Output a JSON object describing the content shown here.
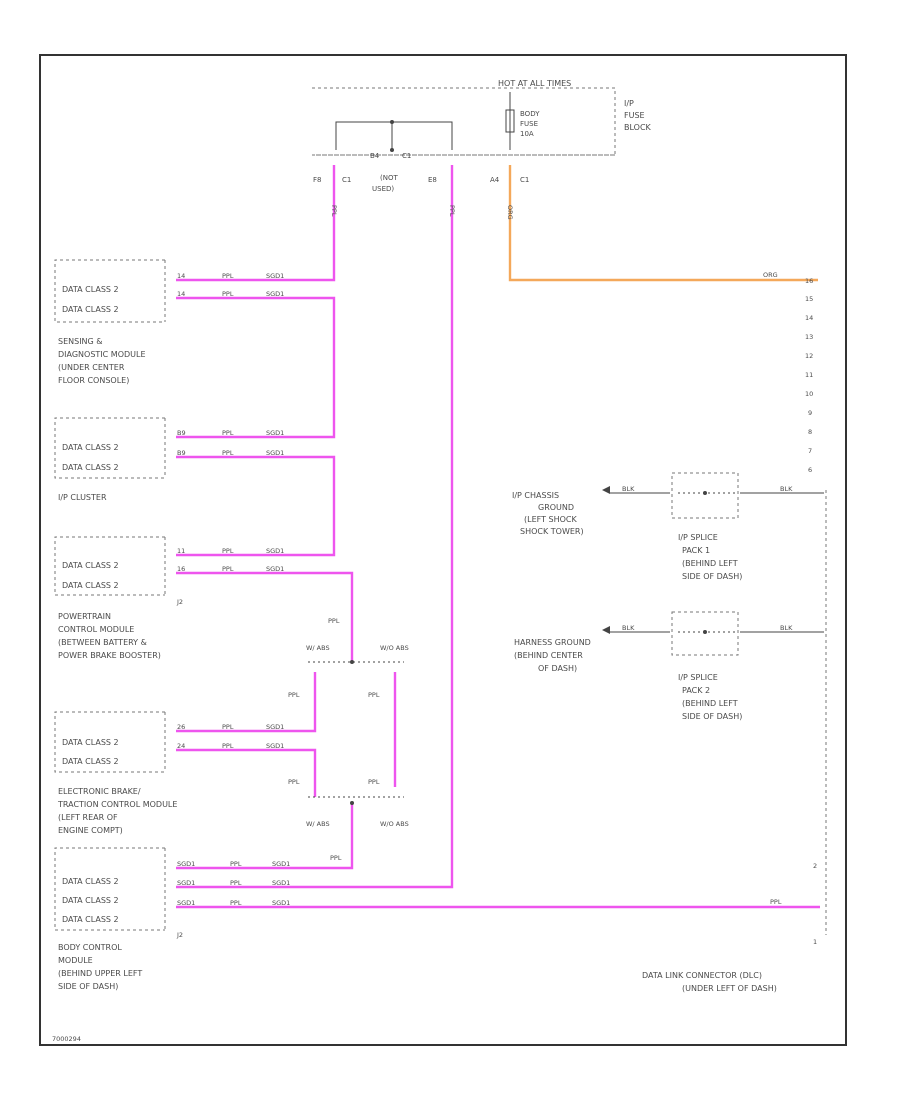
{
  "fuse_block": {
    "hot_label": "HOT AT ALL TIMES",
    "fuse_name": "BODY",
    "fuse_sub": "FUSE",
    "fuse_amp": "10A",
    "block_name_1": "I/P",
    "block_name_2": "FUSE",
    "block_name_3": "BLOCK",
    "left_bus_a": "B4",
    "left_bus_b": "C1",
    "splice_name_1": "(NOT",
    "splice_name_2": "USED)",
    "pin_f8": "F8",
    "pin_f8_conn": "C1",
    "pin_e8": "E8",
    "pin_e8_conn": "",
    "pin_a4": "A4",
    "pin_a4_conn": "C1"
  },
  "modules": [
    {
      "lines": [
        "SENSING &",
        "DIAGNOSTIC MODULE",
        "(UNDER CENTER",
        "FLOOR CONSOLE)"
      ],
      "pins": [
        {
          "label": "DATA CLASS 2",
          "pin": "14",
          "wire": "PPL",
          "gauge": "SGD1"
        },
        {
          "label": "DATA CLASS 2",
          "pin": "14",
          "wire": "PPL",
          "gauge": "SGD1"
        }
      ]
    },
    {
      "lines": [
        "I/P CLUSTER"
      ],
      "pins": [
        {
          "label": "DATA CLASS 2",
          "pin": "B9",
          "wire": "PPL",
          "gauge": "SGD1"
        },
        {
          "label": "DATA CLASS 2",
          "pin": "B9",
          "wire": "PPL",
          "gauge": "SGD1"
        }
      ]
    },
    {
      "lines": [
        "POWERTRAIN",
        "CONTROL MODULE",
        "(BETWEEN BATTERY &",
        "POWER BRAKE BOOSTER)"
      ],
      "pins": [
        {
          "label": "DATA CLASS 2",
          "pin": "11",
          "wire": "PPL",
          "gauge": "SGD1"
        },
        {
          "label": "DATA CLASS 2",
          "pin": "16",
          "wire": "PPL",
          "gauge": "SGD1"
        }
      ],
      "conn": "J2"
    },
    {
      "lines": [
        "ELECTRONIC BRAKE/",
        "TRACTION CONTROL MODULE",
        "(LEFT REAR OF",
        "ENGINE COMPT)"
      ],
      "pins": [
        {
          "label": "DATA CLASS 2",
          "pin": "26",
          "wire": "PPL",
          "gauge": "SGD1"
        },
        {
          "label": "DATA CLASS 2",
          "pin": "24",
          "wire": "PPL",
          "gauge": "SGD1"
        }
      ]
    },
    {
      "lines": [
        "BODY CONTROL",
        "MODULE",
        "(BEHIND UPPER LEFT",
        "SIDE OF DASH)"
      ],
      "pins": [
        {
          "label": "DATA CLASS 2",
          "pin": "SGD1",
          "wire": "PPL",
          "gauge": "SGD1"
        },
        {
          "label": "DATA CLASS 2",
          "pin": "SGD1",
          "wire": "PPL",
          "gauge": "SGD1"
        },
        {
          "label": "DATA CLASS 2",
          "pin": "SGD1",
          "wire": "PPL",
          "gauge": "SGD1"
        }
      ],
      "conn": "J2"
    }
  ],
  "abs_splice": {
    "top_left": "W/ ABS",
    "top_right": "W/O ABS",
    "bottom_left": "W/ ABS",
    "bottom_right": "W/O ABS",
    "wire": "PPL"
  },
  "dlc": {
    "pins": [
      "16",
      "15",
      "14",
      "13",
      "12",
      "11",
      "10",
      "9",
      "8",
      "7",
      "6"
    ],
    "bottom_pins": [
      "2",
      "1"
    ],
    "line_1": "DATA LINK CONNECTOR (DLC)",
    "line_2": "(UNDER LEFT OF DASH)",
    "org_wire": "ORG",
    "ppl_wire": "PPL"
  },
  "grounds": [
    {
      "lines": [
        "I/P CHASSIS",
        "GROUND",
        "(LEFT SHOCK",
        "SHOCK TOWER)"
      ],
      "splice_lines": [
        "I/P SPLICE",
        "PACK 1",
        "(BEHIND LEFT",
        "SIDE OF DASH)"
      ],
      "wire": "BLK"
    },
    {
      "lines": [
        "HARNESS GROUND",
        "(BEHIND CENTER",
        "OF DASH)"
      ],
      "splice_lines": [
        "I/P SPLICE",
        "PACK 2",
        "(BEHIND LEFT",
        "SIDE OF DASH)"
      ],
      "wire": "BLK"
    }
  ],
  "footer": {
    "code": "7000294"
  },
  "colors": {
    "data_wire": "#ee55ee",
    "power_wire": "#f4a85a",
    "frame": "#333333"
  }
}
